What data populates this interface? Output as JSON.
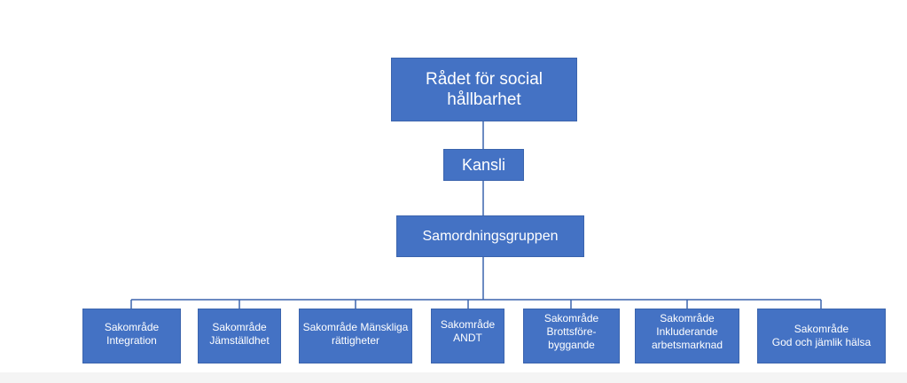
{
  "org_chart": {
    "root": {
      "label": "Rådet för social\nhållbarhet"
    },
    "secretariat": {
      "label": "Kansli"
    },
    "coordination": {
      "label": "Samordningsgruppen"
    },
    "areas": [
      {
        "label": "Sakområde\nIntegration"
      },
      {
        "label": "Sakområde\nJämställdhet"
      },
      {
        "label": "Sakområde Mänskliga\nrättigheter"
      },
      {
        "label": "Sakområde\nANDT"
      },
      {
        "label": "Sakområde\nBrottsföre-\nbyggande"
      },
      {
        "label": "Sakområde\nInkluderande\narbetsmarknad"
      },
      {
        "label": "Sakområde\nGod och jämlik hälsa"
      }
    ]
  },
  "colors": {
    "box_fill": "#4472c4",
    "box_text": "#ffffff",
    "connector": "#3b64ad"
  }
}
